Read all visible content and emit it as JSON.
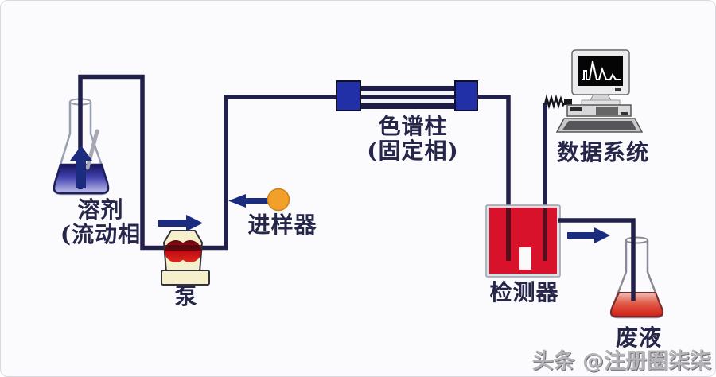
{
  "diagram": {
    "labels": {
      "solvent_line1": "溶剂",
      "solvent_line2": "(流动相",
      "pump": "泵",
      "injector": "进样器",
      "column_line1": "色谱柱",
      "column_line2": "(固定相)",
      "data_system": "数据系统",
      "detector": "检测器",
      "waste": "废液"
    },
    "colors": {
      "tube_navy": "#20204a",
      "arrow_blue": "#1b2b7e",
      "column_cap_blue": "#2130a6",
      "injector_orange": "#f2a02a",
      "detector_red": "#d8122b",
      "detector_tube_maroon": "#5c0d1d",
      "pump_cream": "#f6efcc",
      "label_navy": "#26264a",
      "screen_black": "#050505",
      "trace_white": "#ffffff"
    }
  },
  "watermark": {
    "text": "头条 @注册圈柒柒"
  }
}
